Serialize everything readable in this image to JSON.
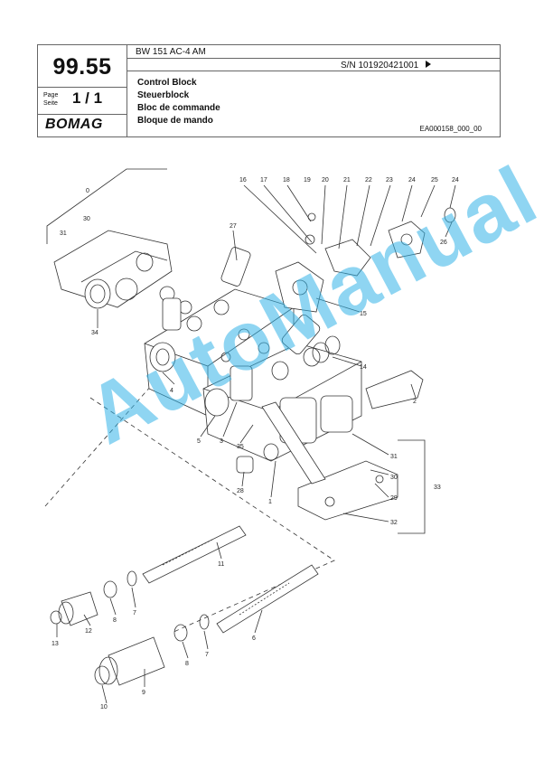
{
  "header": {
    "page_code": "99.55",
    "model": "BW 151 AC-4 AM",
    "serial": "S/N 101920421001",
    "titles": [
      "Control Block",
      "Steuerblock",
      "Bloc de commande",
      "Bloque de mando"
    ],
    "page_label_en": "Page",
    "page_label_de": "Seite",
    "page_number": "1 / 1",
    "brand": "BOMAG",
    "doc_id": "EA000158_000_00"
  },
  "callouts": [
    "0",
    "16",
    "17",
    "18",
    "19",
    "20",
    "21",
    "22",
    "23",
    "24",
    "25",
    "24",
    "26",
    "27",
    "30",
    "31",
    "34",
    "15",
    "14",
    "4",
    "2",
    "5",
    "3",
    "35",
    "31",
    "30",
    "29",
    "33",
    "28",
    "1",
    "32",
    "11",
    "13",
    "12",
    "8",
    "7",
    "6",
    "8",
    "7",
    "10",
    "9"
  ],
  "watermark": "AutoManual"
}
